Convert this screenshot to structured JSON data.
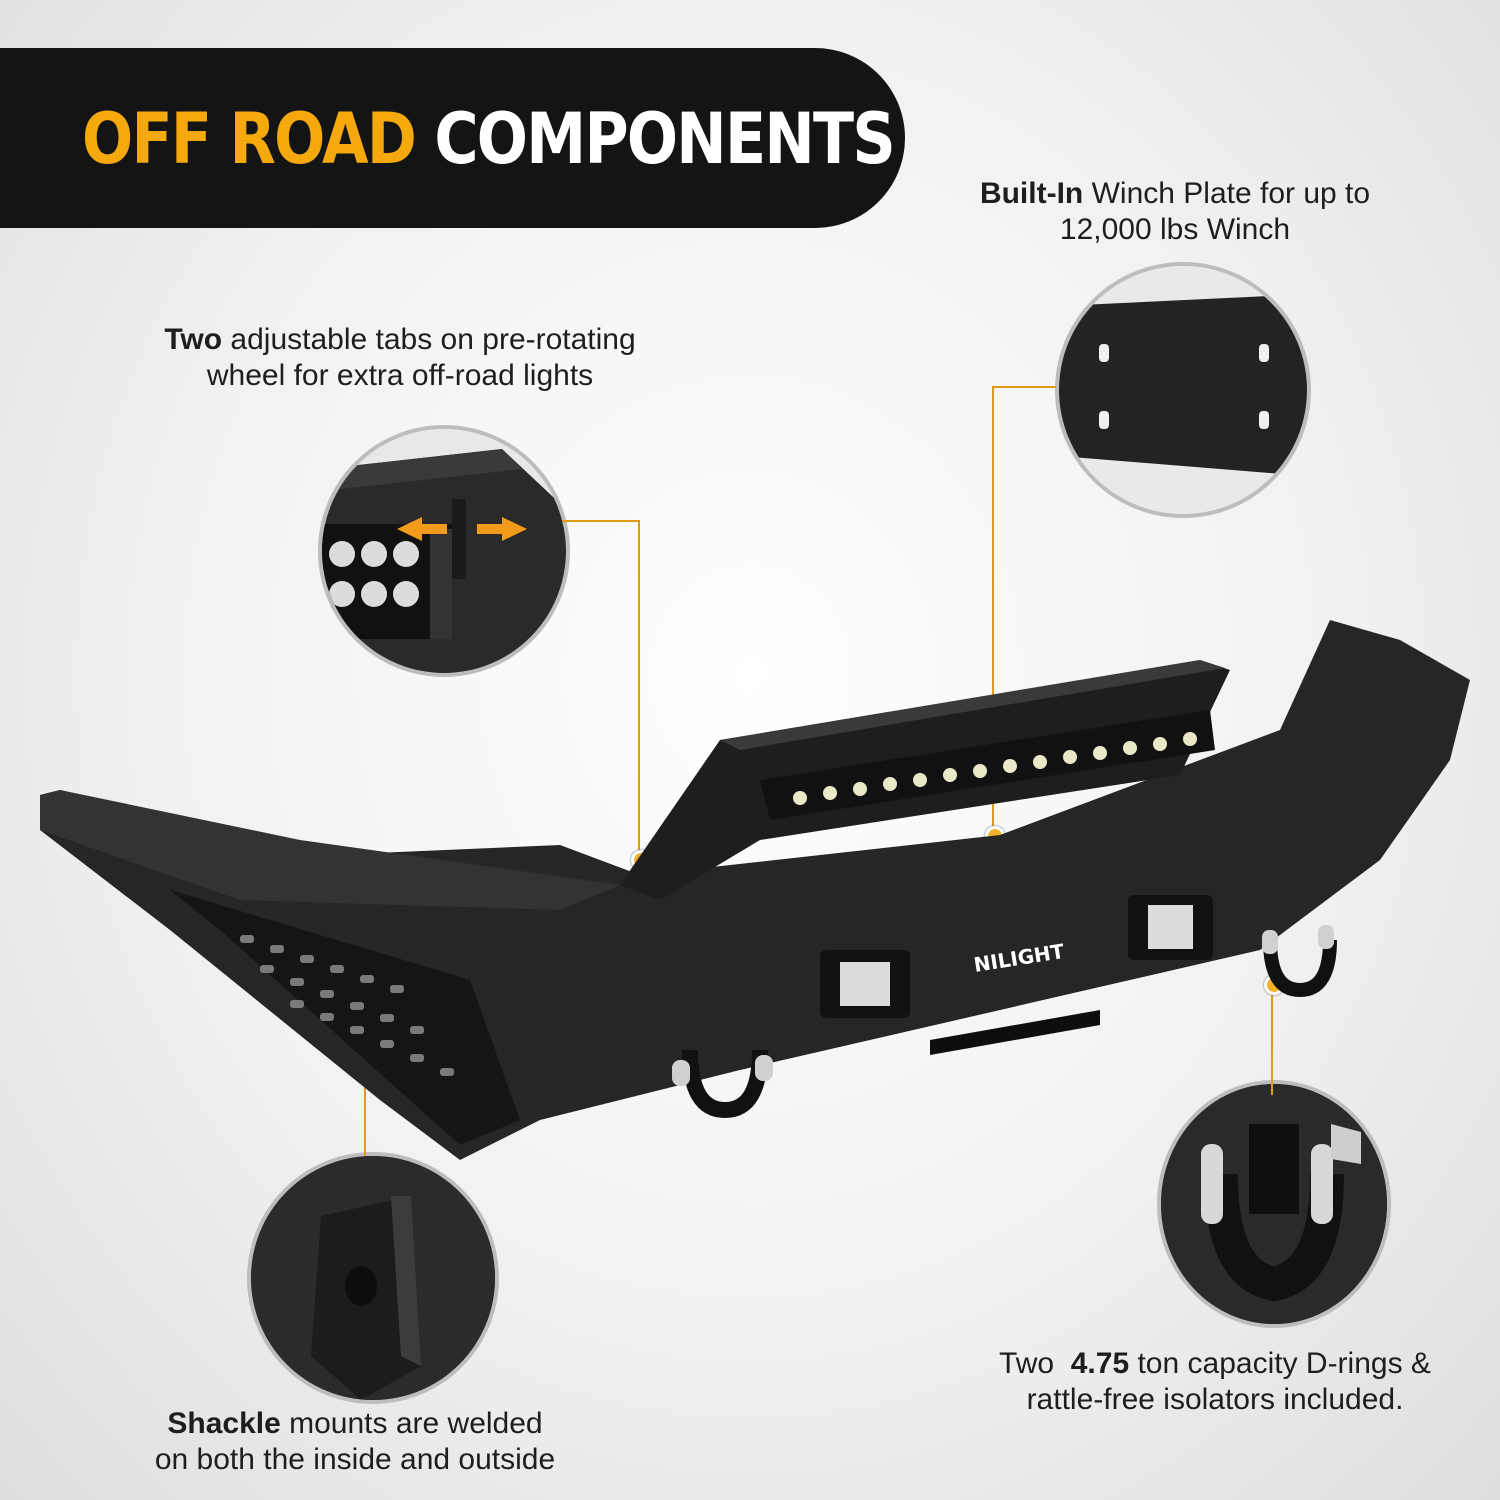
{
  "header": {
    "title_highlight": "OFF ROAD",
    "title_rest": "COMPONENTS"
  },
  "colors": {
    "accent": "#f5a90c",
    "banner": "#141414",
    "product": "#262626"
  },
  "callouts": {
    "tabs": {
      "bold": "Two",
      "line1": " adjustable tabs on pre-rotating",
      "line2": "wheel for extra off-road lights"
    },
    "winch": {
      "bold": "Built-In",
      "line1": " Winch Plate for up to",
      "line2": "12,000 lbs Winch"
    },
    "shackle": {
      "bold": "Shackle",
      "line1": " mounts are welded",
      "line2": "on both the inside and outside"
    },
    "drings": {
      "pre": "Two  ",
      "bold": "4.75",
      "line1": " ton capacity D-rings &",
      "line2": "rattle-free isolators included."
    }
  },
  "brand": {
    "logo_text": "NILIGHT"
  }
}
